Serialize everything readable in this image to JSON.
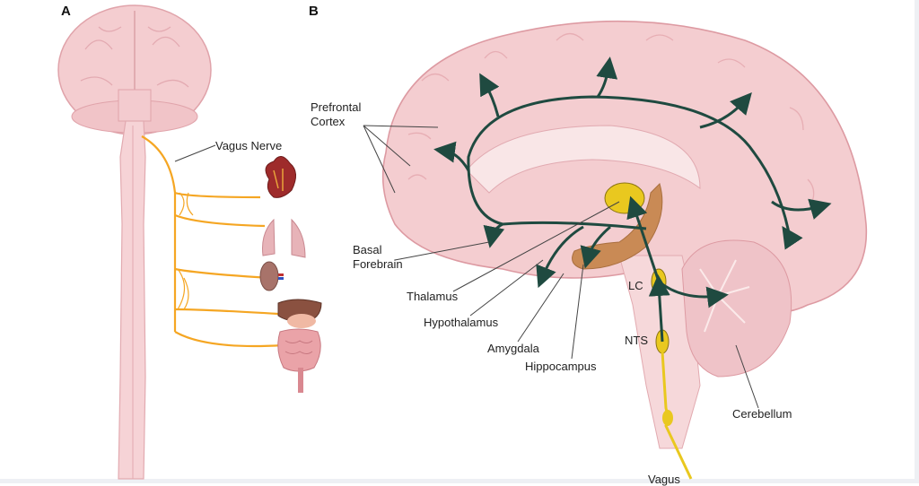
{
  "figure": {
    "panel_a": {
      "letter": "A",
      "labels": {
        "vagus_nerve": "Vagus Nerve"
      },
      "organs": [
        "heart",
        "lungs",
        "kidney",
        "liver-stomach",
        "intestines"
      ]
    },
    "panel_b": {
      "letter": "B",
      "labels": {
        "prefrontal_line1": "Prefrontal",
        "prefrontal_line2": "Cortex",
        "basal_line1": "Basal",
        "basal_line2": "Forebrain",
        "thalamus": "Thalamus",
        "hypothalamus": "Hypothalamus",
        "amygdala": "Amygdala",
        "hippocampus": "Hippocampus",
        "lc": "LC",
        "nts": "NTS",
        "cerebellum": "Cerebellum",
        "vagus": "Vagus"
      }
    },
    "colors": {
      "brain_pink": "#f2c9cc",
      "brain_outline": "#d98d96",
      "nerve_orange": "#f5a623",
      "pathway_green": "#1f4a40",
      "thalamus_yellow": "#e9c81f",
      "hippocampus_brown": "#c98a55"
    }
  }
}
